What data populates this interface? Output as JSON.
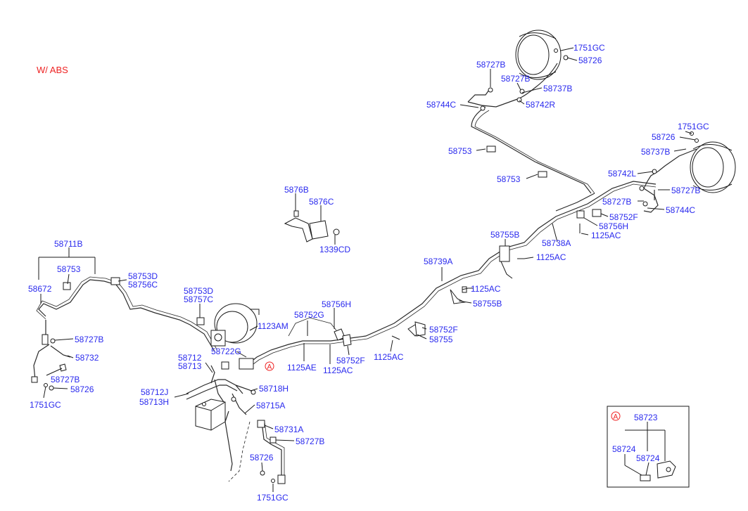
{
  "diagram": {
    "title": "W/ ABS",
    "ref_mark": "A",
    "labels": [
      {
        "id": "l_1751gc_tr",
        "text": "1751GC"
      },
      {
        "id": "l_58726_tr",
        "text": "58726"
      },
      {
        "id": "l_58727b_t1",
        "text": "58727B"
      },
      {
        "id": "l_58727b_t2",
        "text": "58727B"
      },
      {
        "id": "l_58737b_t",
        "text": "58737B"
      },
      {
        "id": "l_58744c_t",
        "text": "58744C"
      },
      {
        "id": "l_58742r",
        "text": "58742R"
      },
      {
        "id": "l_1751gc_r",
        "text": "1751GC"
      },
      {
        "id": "l_58726_r",
        "text": "58726"
      },
      {
        "id": "l_58737b_r",
        "text": "58737B"
      },
      {
        "id": "l_58753_t1",
        "text": "58753"
      },
      {
        "id": "l_58753_t2",
        "text": "58753"
      },
      {
        "id": "l_58742l",
        "text": "58742L"
      },
      {
        "id": "l_58727b_r1",
        "text": "58727B"
      },
      {
        "id": "l_58727b_r2",
        "text": "58727B"
      },
      {
        "id": "l_58744c_r",
        "text": "58744C"
      },
      {
        "id": "l_58752f_r",
        "text": "58752F"
      },
      {
        "id": "l_58756h_r",
        "text": "58756H"
      },
      {
        "id": "l_1125ac_r",
        "text": "1125AC"
      },
      {
        "id": "l_5876b",
        "text": "5876B"
      },
      {
        "id": "l_5876c",
        "text": "5876C"
      },
      {
        "id": "l_1339cd",
        "text": "1339CD"
      },
      {
        "id": "l_58755b_1",
        "text": "58755B"
      },
      {
        "id": "l_58738a",
        "text": "58738A"
      },
      {
        "id": "l_1125ac_m1",
        "text": "1125AC"
      },
      {
        "id": "l_58739a",
        "text": "58739A"
      },
      {
        "id": "l_1125ac_m2",
        "text": "1125AC"
      },
      {
        "id": "l_58755b_2",
        "text": "58755B"
      },
      {
        "id": "l_58711b",
        "text": "58711B"
      },
      {
        "id": "l_58753_l",
        "text": "58753"
      },
      {
        "id": "l_58672",
        "text": "58672"
      },
      {
        "id": "l_58753d_1",
        "text": "58753D"
      },
      {
        "id": "l_58756c",
        "text": "58756C"
      },
      {
        "id": "l_58753d_2",
        "text": "58753D"
      },
      {
        "id": "l_58757c",
        "text": "58757C"
      },
      {
        "id": "l_58756h_m",
        "text": "58756H"
      },
      {
        "id": "l_58752g",
        "text": "58752G"
      },
      {
        "id": "l_1123am",
        "text": "1123AM"
      },
      {
        "id": "l_58752f_m1",
        "text": "58752F"
      },
      {
        "id": "l_58755_m",
        "text": "58755"
      },
      {
        "id": "l_58727b_l1",
        "text": "58727B"
      },
      {
        "id": "l_58732",
        "text": "58732"
      },
      {
        "id": "l_58727b_l2",
        "text": "58727B"
      },
      {
        "id": "l_58726_l",
        "text": "58726"
      },
      {
        "id": "l_1751gc_l",
        "text": "1751GC"
      },
      {
        "id": "l_58712",
        "text": "58712"
      },
      {
        "id": "l_58713",
        "text": "58713"
      },
      {
        "id": "l_58722g",
        "text": "58722G"
      },
      {
        "id": "l_1125ae",
        "text": "1125AE"
      },
      {
        "id": "l_1125ac_m3",
        "text": "1125AC"
      },
      {
        "id": "l_58752f_m2",
        "text": "58752F"
      },
      {
        "id": "l_1125ac_m4",
        "text": "1125AC"
      },
      {
        "id": "l_58712j",
        "text": "58712J"
      },
      {
        "id": "l_58713h",
        "text": "58713H"
      },
      {
        "id": "l_58718h",
        "text": "58718H"
      },
      {
        "id": "l_58715a",
        "text": "58715A"
      },
      {
        "id": "l_58731a",
        "text": "58731A"
      },
      {
        "id": "l_58727b_b",
        "text": "58727B"
      },
      {
        "id": "l_58726_b",
        "text": "58726"
      },
      {
        "id": "l_1751gc_b",
        "text": "1751GC"
      },
      {
        "id": "l_58723",
        "text": "58723"
      },
      {
        "id": "l_58724_1",
        "text": "58724"
      },
      {
        "id": "l_58724_2",
        "text": "58724"
      }
    ]
  }
}
